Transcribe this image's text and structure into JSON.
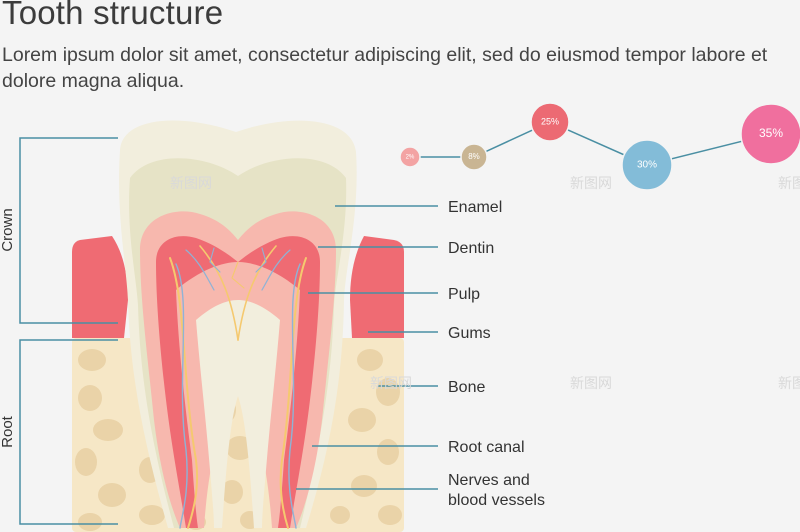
{
  "header": {
    "title": "Tooth structure",
    "description": "Lorem ipsum dolor sit amet, consectetur adipiscing elit, sed do eiusmod tempor labore et dolore magna aliqua."
  },
  "sections": {
    "crown": "Crown",
    "root": "Root"
  },
  "labels": {
    "enamel": "Enamel",
    "dentin": "Dentin",
    "pulp": "Pulp",
    "gums": "Gums",
    "bone": "Bone",
    "root_canal": "Root canal",
    "nerves_line1": "Nerves and",
    "nerves_line2": "blood vessels"
  },
  "bubbles": [
    {
      "label": "2%",
      "color": "#f3a3a3"
    },
    {
      "label": "8%",
      "color": "#c9b593"
    },
    {
      "label": "25%",
      "color": "#ec6a73"
    },
    {
      "label": "30%",
      "color": "#83bcd8"
    },
    {
      "label": "35%",
      "color": "#f06f9e"
    }
  ],
  "colors": {
    "bone": "#f6e7c6",
    "bone_spot": "#ead3a8",
    "gum": "#ef6b73",
    "enamel": "#f2eedd",
    "enamel_shadow": "#e6e3c6",
    "dentin": "#f7b8ae",
    "pulp": "#ef6b73",
    "line": "#4a8fa3"
  },
  "watermark": "新图网"
}
